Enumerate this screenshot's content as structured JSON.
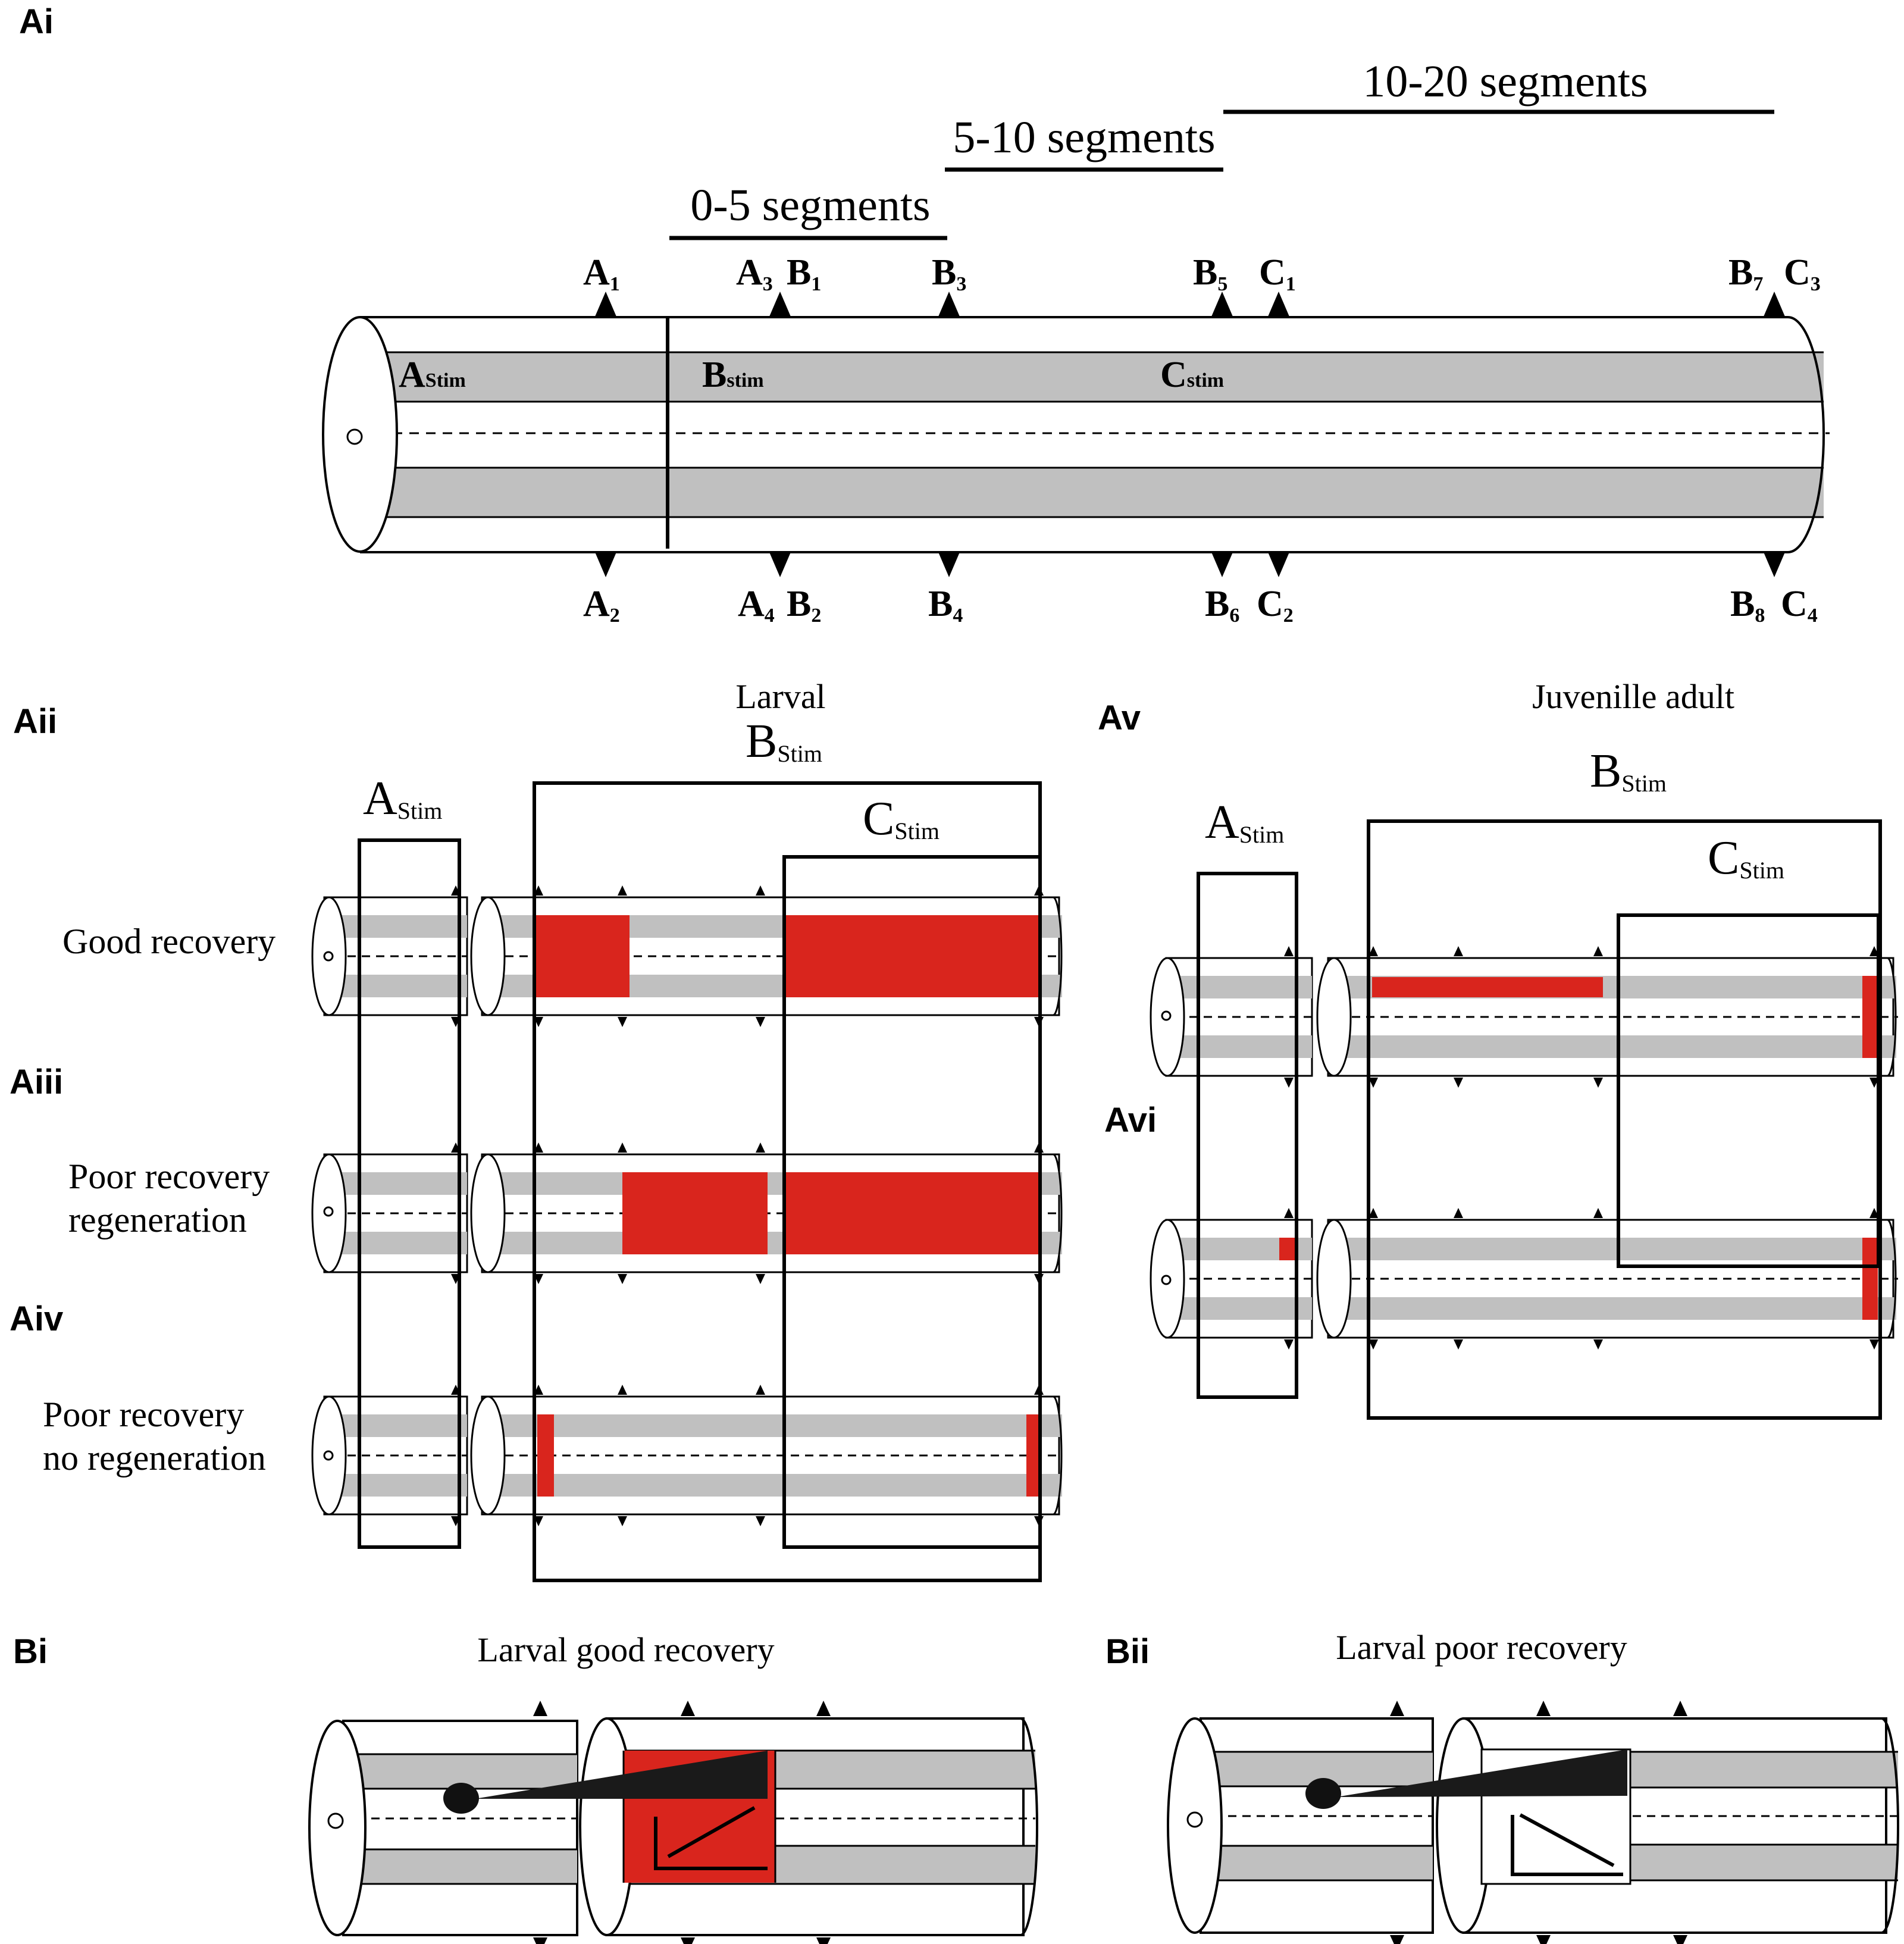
{
  "panel_labels": {
    "ai": "Ai",
    "aii": "Aii",
    "aiii": "Aiii",
    "aiv": "Aiv",
    "av": "Av",
    "avi": "Avi",
    "bi": "Bi",
    "bii": "Bii"
  },
  "ranges": {
    "r1": "0-5 segments",
    "r2": "5-10 segments",
    "r3": "10-20 segments"
  },
  "top_markers": [
    {
      "main": "A",
      "sub": "1"
    },
    {
      "main": "A",
      "sub": "3"
    },
    {
      "main": "B",
      "sub": "1"
    },
    {
      "main": "B",
      "sub": "3"
    },
    {
      "main": "B",
      "sub": "5"
    },
    {
      "main": "C",
      "sub": "1"
    },
    {
      "main": "B",
      "sub": "7"
    },
    {
      "main": "C",
      "sub": "3"
    }
  ],
  "bottom_markers": [
    {
      "main": "A",
      "sub": "2"
    },
    {
      "main": "A",
      "sub": "4"
    },
    {
      "main": "B",
      "sub": "2"
    },
    {
      "main": "B",
      "sub": "4"
    },
    {
      "main": "B",
      "sub": "6"
    },
    {
      "main": "C",
      "sub": "2"
    },
    {
      "main": "B",
      "sub": "8"
    },
    {
      "main": "C",
      "sub": "4"
    }
  ],
  "stim_labels": {
    "a_main": "A",
    "a_sub": "Stim",
    "b_main": "B",
    "b_sub": "stim",
    "c_main": "C",
    "c_sub": "stim"
  },
  "larval": {
    "title": "Larval",
    "a_main": "A",
    "a_sub": "Stim",
    "b_main": "B",
    "b_sub": "Stim",
    "c_main": "C",
    "c_sub": "Stim",
    "rows": [
      "Good recovery",
      "Poor recovery",
      "regeneration",
      "Poor recovery",
      "no regeneration"
    ]
  },
  "juvenile": {
    "title": "Juvenille adult",
    "a_main": "A",
    "a_sub": "Stim",
    "b_main": "B",
    "b_sub": "Stim",
    "c_main": "C",
    "c_sub": "Stim"
  },
  "b_panels": {
    "bi_title": "Larval good recovery",
    "bii_title": "Larval poor recovery"
  },
  "colors": {
    "tract": "#c0c0c0",
    "response": "#d9251d",
    "line": "#000000"
  }
}
